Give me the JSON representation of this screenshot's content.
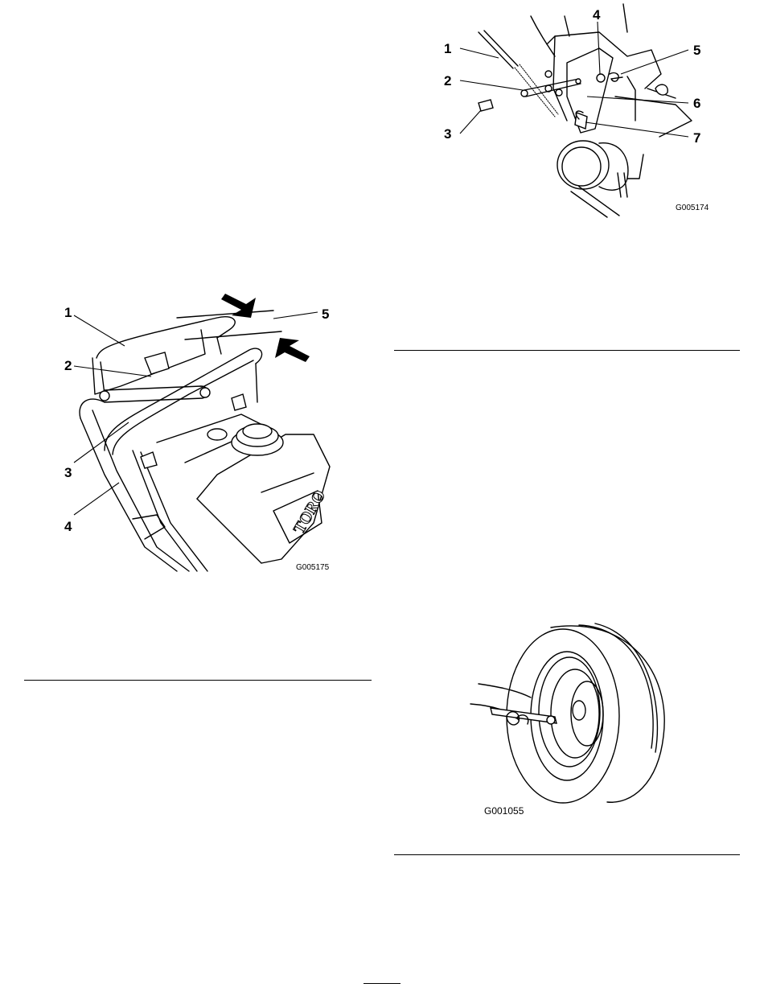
{
  "figures": {
    "handle": {
      "code": "G005175",
      "callouts": [
        "1",
        "2",
        "3",
        "4",
        "5"
      ],
      "brand": "TORO"
    },
    "linkage": {
      "code": "G005174",
      "callouts": [
        "1",
        "2",
        "3",
        "4",
        "5",
        "6",
        "7"
      ]
    },
    "tire": {
      "code": "G001055"
    }
  }
}
